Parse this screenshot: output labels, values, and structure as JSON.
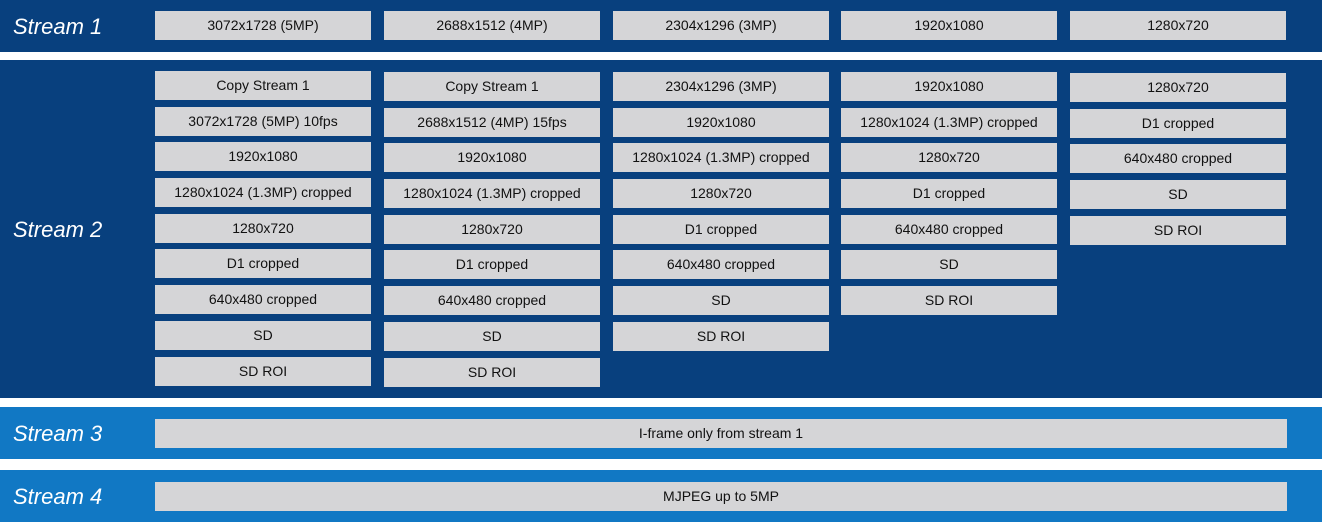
{
  "colors": {
    "stream_dark": "#08407e",
    "stream_light": "#1178c4",
    "box": "#d5d5d7"
  },
  "streams": [
    {
      "label": "Stream 1",
      "options": [
        "3072x1728 (5MP)",
        "2688x1512 (4MP)",
        "2304x1296 (3MP)",
        "1920x1080",
        "1280x720"
      ]
    },
    {
      "label": "Stream 2",
      "columns": [
        [
          "Copy Stream 1",
          "3072x1728 (5MP) 10fps",
          "1920x1080",
          "1280x1024 (1.3MP) cropped",
          "1280x720",
          "D1 cropped",
          "640x480 cropped",
          "SD",
          "SD ROI"
        ],
        [
          "Copy Stream 1",
          "2688x1512 (4MP) 15fps",
          "1920x1080",
          "1280x1024 (1.3MP) cropped",
          "1280x720",
          "D1 cropped",
          "640x480 cropped",
          "SD",
          "SD ROI"
        ],
        [
          "2304x1296 (3MP)",
          "1920x1080",
          "1280x1024 (1.3MP) cropped",
          "1280x720",
          "D1 cropped",
          "640x480 cropped",
          "SD",
          "SD ROI"
        ],
        [
          "1920x1080",
          "1280x1024 (1.3MP) cropped",
          "1280x720",
          "D1 cropped",
          "640x480 cropped",
          "SD",
          "SD ROI"
        ],
        [
          "1280x720",
          "D1 cropped",
          "640x480 cropped",
          "SD",
          "SD ROI"
        ]
      ]
    },
    {
      "label": "Stream 3",
      "option": "I-frame only from stream 1"
    },
    {
      "label": "Stream 4",
      "option": "MJPEG up to 5MP"
    }
  ]
}
